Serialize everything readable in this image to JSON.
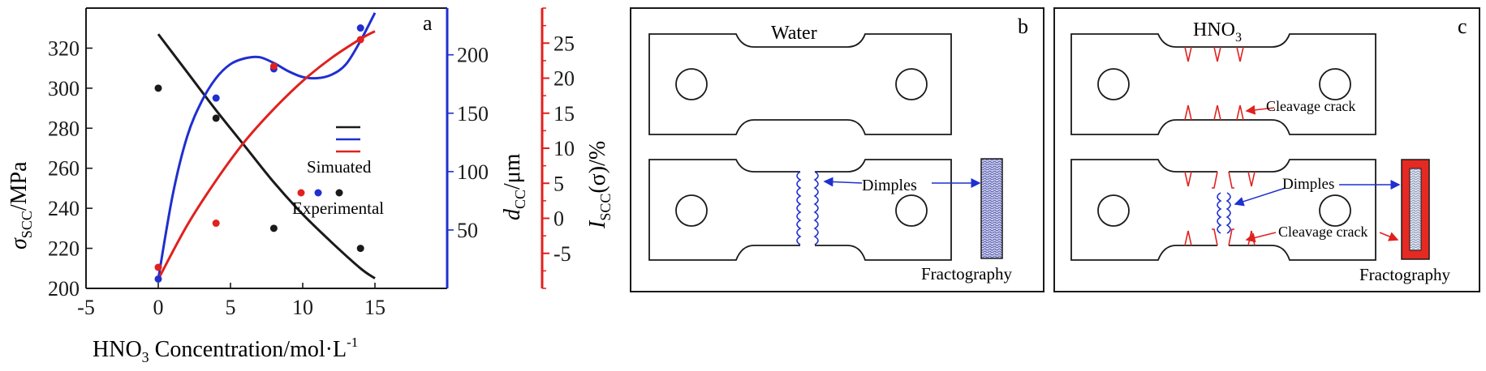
{
  "colors": {
    "black": "#1a1a1a",
    "blue": "#1f2fd0",
    "red": "#e0211d",
    "pattern_fill": "#9aa0d8",
    "frame_red": "#e52a23"
  },
  "panel_a": {
    "label": "a",
    "xlabel_pre": "HNO",
    "xlabel_sub": "3",
    "xlabel_post": " Concentration/mol·L",
    "xlabel_sup": "-1",
    "y1_label": {
      "sym": "σ",
      "sub": "SCC",
      "unit": "/MPa"
    },
    "y2_label": {
      "sym": "d",
      "sub": "CC",
      "unit": "/μm"
    },
    "y3_label": {
      "pre": "I",
      "sub": "SCC",
      "post": "(σ)/%"
    },
    "legend_simulated": "Simuated",
    "legend_experimental": "Experimental"
  },
  "panel_b": {
    "label": "b",
    "title": "Water",
    "callout_dimples": "Dimples",
    "caption": "Fractography"
  },
  "panel_c": {
    "label": "c",
    "title_pre": "HNO",
    "title_sub": "3",
    "callout_cleavage_top": "Cleavage crack",
    "callout_dimples": "Dimples",
    "callout_cleavage_bottom": "Cleavage crack",
    "caption": "Fractography"
  },
  "chart_data": {
    "type": "scatter",
    "x": {
      "label": "HNO3 Concentration/mol·L-1",
      "range": [
        -5,
        20
      ],
      "ticks": [
        -5,
        0,
        5,
        10,
        15
      ]
    },
    "y_axes": [
      {
        "name": "σSCC/MPa",
        "range": [
          200,
          340
        ],
        "ticks": [
          200,
          220,
          240,
          260,
          280,
          300,
          320
        ],
        "color": "#1a1a1a"
      },
      {
        "name": "dCC/μm",
        "range": [
          0,
          240
        ],
        "ticks": [
          50,
          100,
          150,
          200
        ],
        "color": "#1f2fd0"
      },
      {
        "name": "ISCC(σ)/%",
        "range": [
          -10,
          30
        ],
        "ticks": [
          -5,
          0,
          5,
          10,
          15,
          20,
          25
        ],
        "color": "#e0211d"
      }
    ],
    "series": [
      {
        "axis": 0,
        "color": "#1a1a1a",
        "simulated": [
          [
            0,
            327
          ],
          [
            2,
            308
          ],
          [
            4,
            289
          ],
          [
            6,
            271
          ],
          [
            8,
            253
          ],
          [
            10,
            237
          ],
          [
            12,
            223
          ],
          [
            14,
            210
          ],
          [
            15,
            205
          ]
        ],
        "experimental": [
          [
            0,
            300
          ],
          [
            4,
            285
          ],
          [
            8,
            230
          ],
          [
            14,
            220
          ]
        ]
      },
      {
        "axis": 1,
        "color": "#1f2fd0",
        "simulated": [
          [
            0,
            8
          ],
          [
            1,
            80
          ],
          [
            2,
            130
          ],
          [
            3,
            160
          ],
          [
            4,
            180
          ],
          [
            5,
            192
          ],
          [
            6,
            197
          ],
          [
            7,
            198
          ],
          [
            8,
            193
          ],
          [
            9,
            186
          ],
          [
            10,
            181
          ],
          [
            11,
            180
          ],
          [
            12,
            183
          ],
          [
            13,
            192
          ],
          [
            14,
            212
          ],
          [
            15,
            236
          ]
        ],
        "experimental": [
          [
            0,
            8
          ],
          [
            4,
            163
          ],
          [
            8,
            188
          ],
          [
            14,
            223
          ]
        ]
      },
      {
        "axis": 2,
        "color": "#e0211d",
        "simulated": [
          [
            0,
            -8.7
          ],
          [
            2,
            -1
          ],
          [
            4,
            5.4
          ],
          [
            6,
            11
          ],
          [
            8,
            15.6
          ],
          [
            10,
            19.6
          ],
          [
            12,
            22.9
          ],
          [
            14,
            25.6
          ],
          [
            15,
            26.7
          ]
        ],
        "experimental": [
          [
            0,
            -7
          ],
          [
            4,
            -0.7
          ],
          [
            8,
            21.7
          ],
          [
            14,
            25.5
          ]
        ]
      }
    ]
  }
}
